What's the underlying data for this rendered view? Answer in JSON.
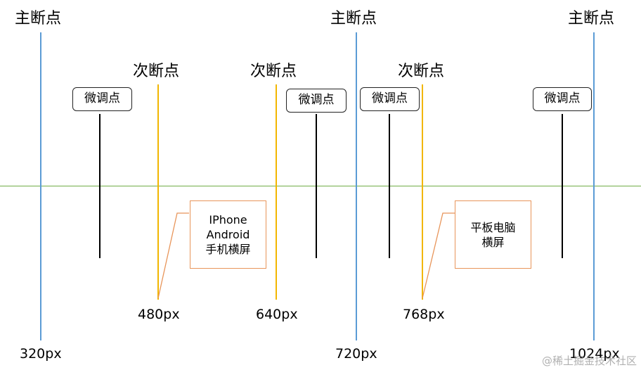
{
  "labels": {
    "main_breakpoint": "主断点",
    "sub_breakpoint": "次断点",
    "fine_tune_point": "微调点"
  },
  "main_breakpoints": [
    {
      "px_label": "320px"
    },
    {
      "px_label": "720px"
    },
    {
      "px_label": "1024px"
    }
  ],
  "sub_breakpoints": [
    {
      "px_label": "480px"
    },
    {
      "px_label": "640px"
    },
    {
      "px_label": "768px"
    }
  ],
  "notes": [
    {
      "lines": [
        "IPhone",
        "Android",
        "手机横屏"
      ]
    },
    {
      "lines": [
        "平板电脑",
        "横屏"
      ]
    }
  ],
  "watermark": "@稀土掘金技术社区",
  "colors": {
    "main_line": "#5b9bd5",
    "sub_line": "#f2b600",
    "fine_line": "#000000",
    "baseline": "#70ad47",
    "note_border": "#e8955a"
  }
}
